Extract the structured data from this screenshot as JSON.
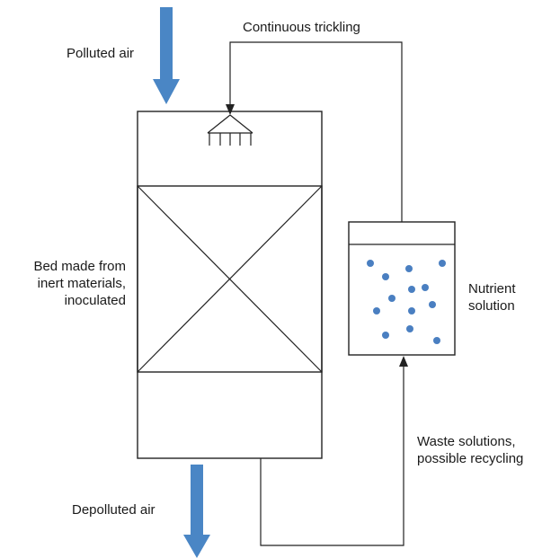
{
  "labels": {
    "polluted_air": "Polluted air",
    "continuous_trickling": "Continuous trickling",
    "bed_line1": "Bed made from",
    "bed_line2": "inert materials,",
    "bed_line3": "inoculated",
    "nutrient_line1": "Nutrient",
    "nutrient_line2": "solution",
    "waste_line1": "Waste solutions,",
    "waste_line2": "possible recycling",
    "depolluted_air": "Depolluted air"
  },
  "colors": {
    "air_arrow": "#4a86c5",
    "nutrient_dot": "#4a7fc1",
    "line": "#222222"
  },
  "nutrient_dot_count": 14
}
